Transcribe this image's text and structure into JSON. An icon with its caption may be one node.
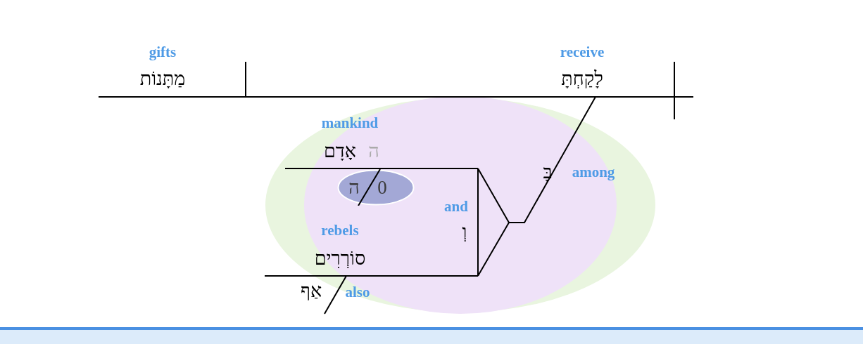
{
  "diagram": {
    "nodes": [
      {
        "text": [
          "0",
          "ה"
        ]
      }
    ],
    "labels": [
      "gifts",
      "מַתָּנוֹת",
      "receive",
      "לָקַחְתָּ",
      "mankind",
      "ה",
      "אָדָם",
      "among",
      "בָּ",
      "and",
      "rebels",
      "וְ",
      "סוֹרְרִים",
      "אַף",
      "also"
    ]
  }
}
